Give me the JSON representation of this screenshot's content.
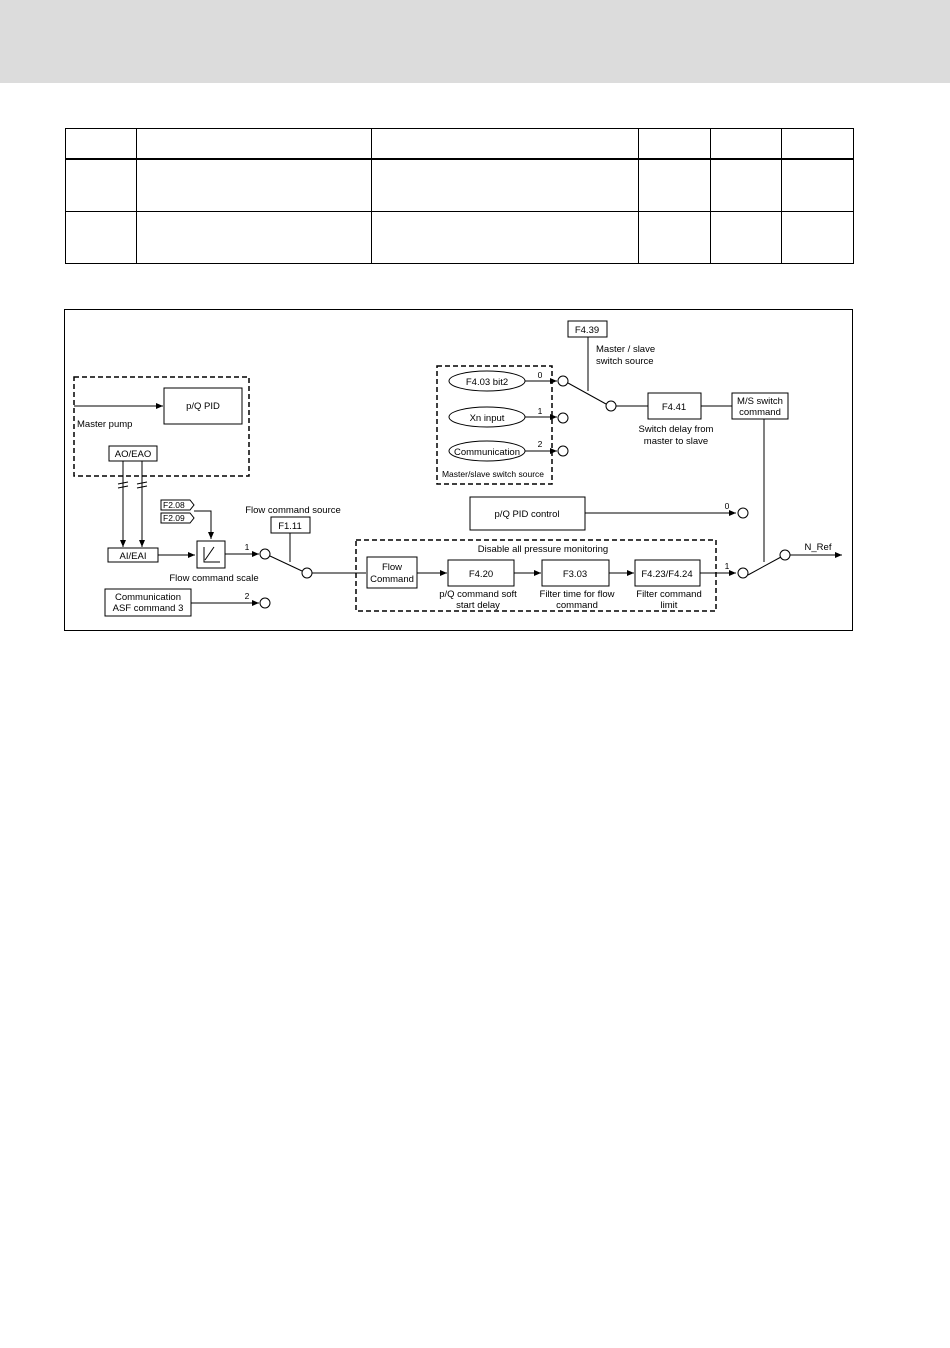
{
  "header": {
    "background": "#dcdcdc"
  },
  "table": {
    "columns": [
      "",
      "",
      "",
      "",
      "",
      ""
    ],
    "rows": [
      [
        "",
        "",
        "",
        "",
        "",
        ""
      ],
      [
        "",
        "",
        "",
        "",
        "",
        ""
      ]
    ]
  },
  "diagram": {
    "pq_pid": "p/Q PID",
    "master_pump": "Master pump",
    "ao_eao": "AO/EAO",
    "ai_eai": "AI/EAI",
    "f208": "F2.08",
    "f209": "F2.09",
    "flow_cmd_scale": "Flow command scale",
    "comm_asf_line1": "Communication",
    "comm_asf_line2": "ASF command 3",
    "flow_cmd_source": "Flow command source",
    "f111": "F1.11",
    "sw1_in1": "1",
    "sw1_in2": "2",
    "f439": "F4.39",
    "ms_source_line1": "Master / slave",
    "ms_source_line2": "switch source",
    "f403_bit2": "F4.03 bit2",
    "xn_input": "Xn input",
    "communication": "Communication",
    "ms_in0": "0",
    "ms_in1": "1",
    "ms_in2": "2",
    "ms_switch_source_box": "Master/slave switch source",
    "f441": "F4.41",
    "switch_delay_line1": "Switch delay from",
    "switch_delay_line2": "master to slave",
    "ms_switch_cmd_line1": "M/S switch",
    "ms_switch_cmd_line2": "command",
    "pq_pid_control": "p/Q PID control",
    "final_in0": "0",
    "final_in1": "1",
    "n_ref": "N_Ref",
    "disable_monitoring": "Disable all pressure monitoring",
    "flow_command_line1": "Flow",
    "flow_command_line2": "Command",
    "f420": "F4.20",
    "f420_desc_line1": "p/Q command soft",
    "f420_desc_line2": "start delay",
    "f303": "F3.03",
    "f303_desc_line1": "Filter time for flow",
    "f303_desc_line2": "command",
    "f423_f424": "F4.23/F4.24",
    "f423_desc_line1": "Filter command",
    "f423_desc_line2": "limit"
  }
}
